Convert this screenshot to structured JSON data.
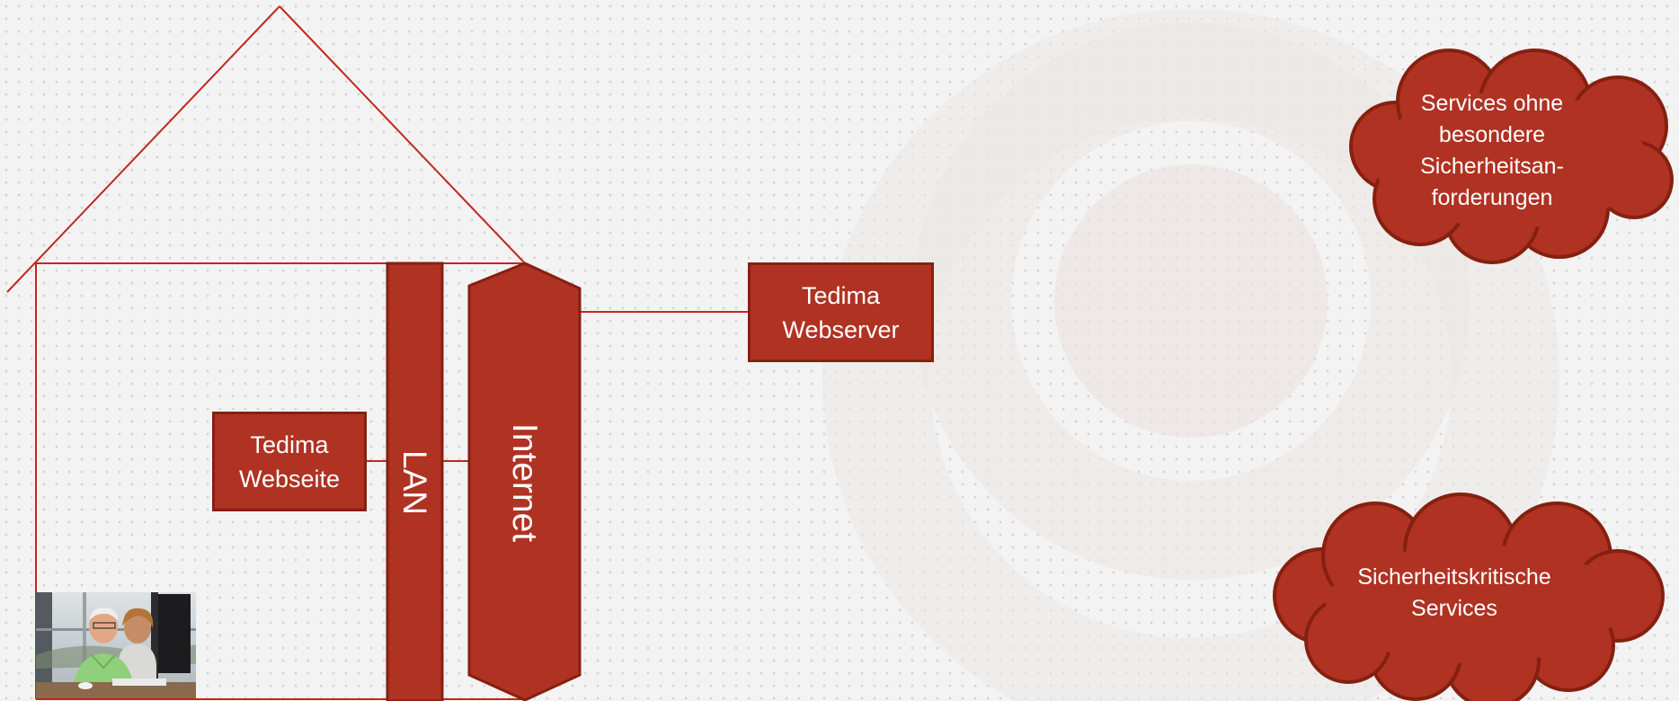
{
  "nodes": {
    "webseite": {
      "line1": "Tedima",
      "line2": "Webseite"
    },
    "webserver": {
      "line1": "Tedima",
      "line2": "Webserver"
    },
    "lan": {
      "label": "LAN"
    },
    "internet": {
      "label": "Internet"
    }
  },
  "clouds": {
    "general": {
      "lines": [
        "Services ohne",
        "besondere",
        "Sicherheitsan-",
        "forderungen"
      ]
    },
    "critical": {
      "lines": [
        "Sicherheitskritische",
        "Services"
      ]
    }
  },
  "photo": {
    "icon": "elderly-couple-at-computer-photo"
  },
  "colors": {
    "fill": "#b03222",
    "stroke": "#852010",
    "line": "#c0281e",
    "text": "#ffffff"
  }
}
